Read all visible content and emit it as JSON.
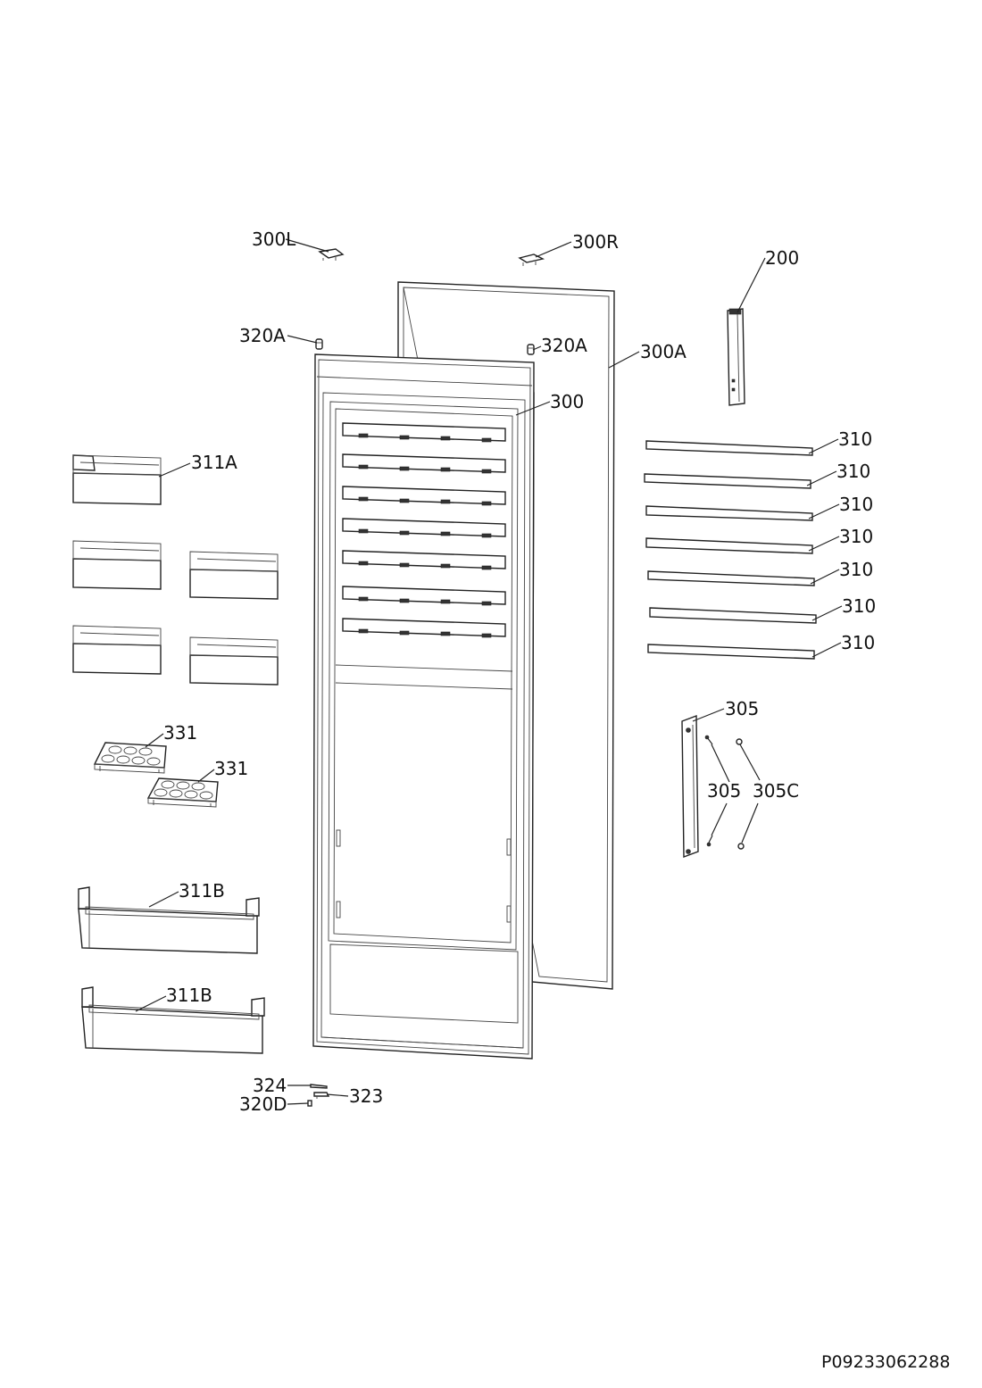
{
  "labels": {
    "l300L": "300L",
    "l300R": "300R",
    "l200": "200",
    "l320A_left": "320A",
    "l320A_right": "320A",
    "l300A": "300A",
    "l300": "300",
    "l311A": "311A",
    "l310_1": "310",
    "l310_2": "310",
    "l310_3": "310",
    "l310_4": "310",
    "l310_5": "310",
    "l310_6": "310",
    "l310_7": "310",
    "l305_top": "305",
    "l305_mid": "305",
    "l305C": "305C",
    "l331_1": "331",
    "l331_2": "331",
    "l311B_1": "311B",
    "l311B_2": "311B",
    "l324": "324",
    "l323": "323",
    "l320D": "320D"
  },
  "document_code": "P09233062288"
}
